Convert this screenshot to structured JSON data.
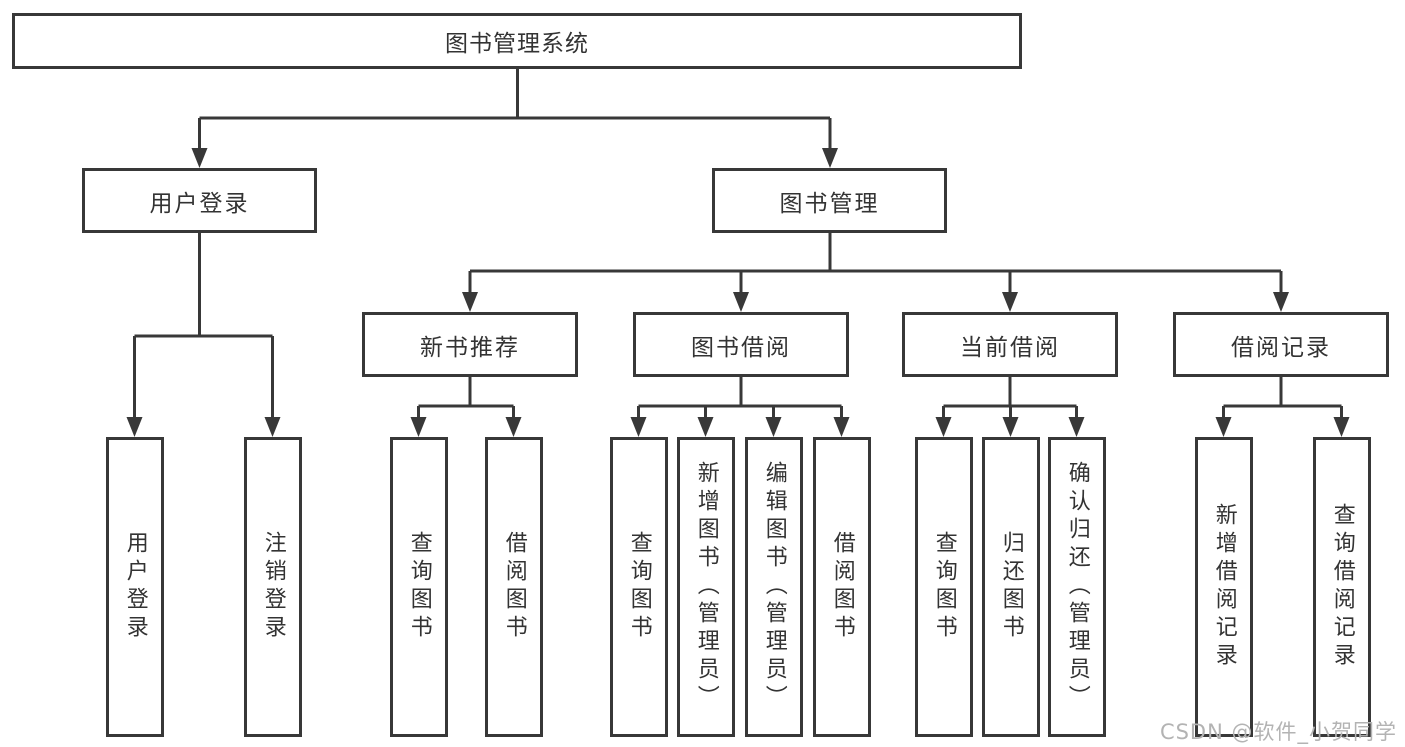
{
  "diagram": {
    "type": "tree",
    "root": {
      "label": "图书管理系统",
      "children": [
        {
          "label": "用户登录",
          "children": [
            {
              "label": "用户登录"
            },
            {
              "label": "注销登录"
            }
          ]
        },
        {
          "label": "图书管理",
          "children": [
            {
              "label": "新书推荐",
              "children": [
                {
                  "label": "查询图书"
                },
                {
                  "label": "借阅图书"
                }
              ]
            },
            {
              "label": "图书借阅",
              "children": [
                {
                  "label": "查询图书"
                },
                {
                  "label": "新增图书（管理员）"
                },
                {
                  "label": "编辑图书（管理员）"
                },
                {
                  "label": "借阅图书"
                }
              ]
            },
            {
              "label": "当前借阅",
              "children": [
                {
                  "label": "查询图书"
                },
                {
                  "label": "归还图书"
                },
                {
                  "label": "确认归还（管理员）"
                }
              ]
            },
            {
              "label": "借阅记录",
              "children": [
                {
                  "label": "新增借阅记录"
                },
                {
                  "label": "查询借阅记录"
                }
              ]
            }
          ]
        }
      ]
    }
  },
  "colors": {
    "line": "#383838",
    "text": "#333333",
    "watermark": "#b3b3b3",
    "background": "#ffffff"
  },
  "watermark": {
    "text": "CSDN @软件_小贺同学"
  }
}
